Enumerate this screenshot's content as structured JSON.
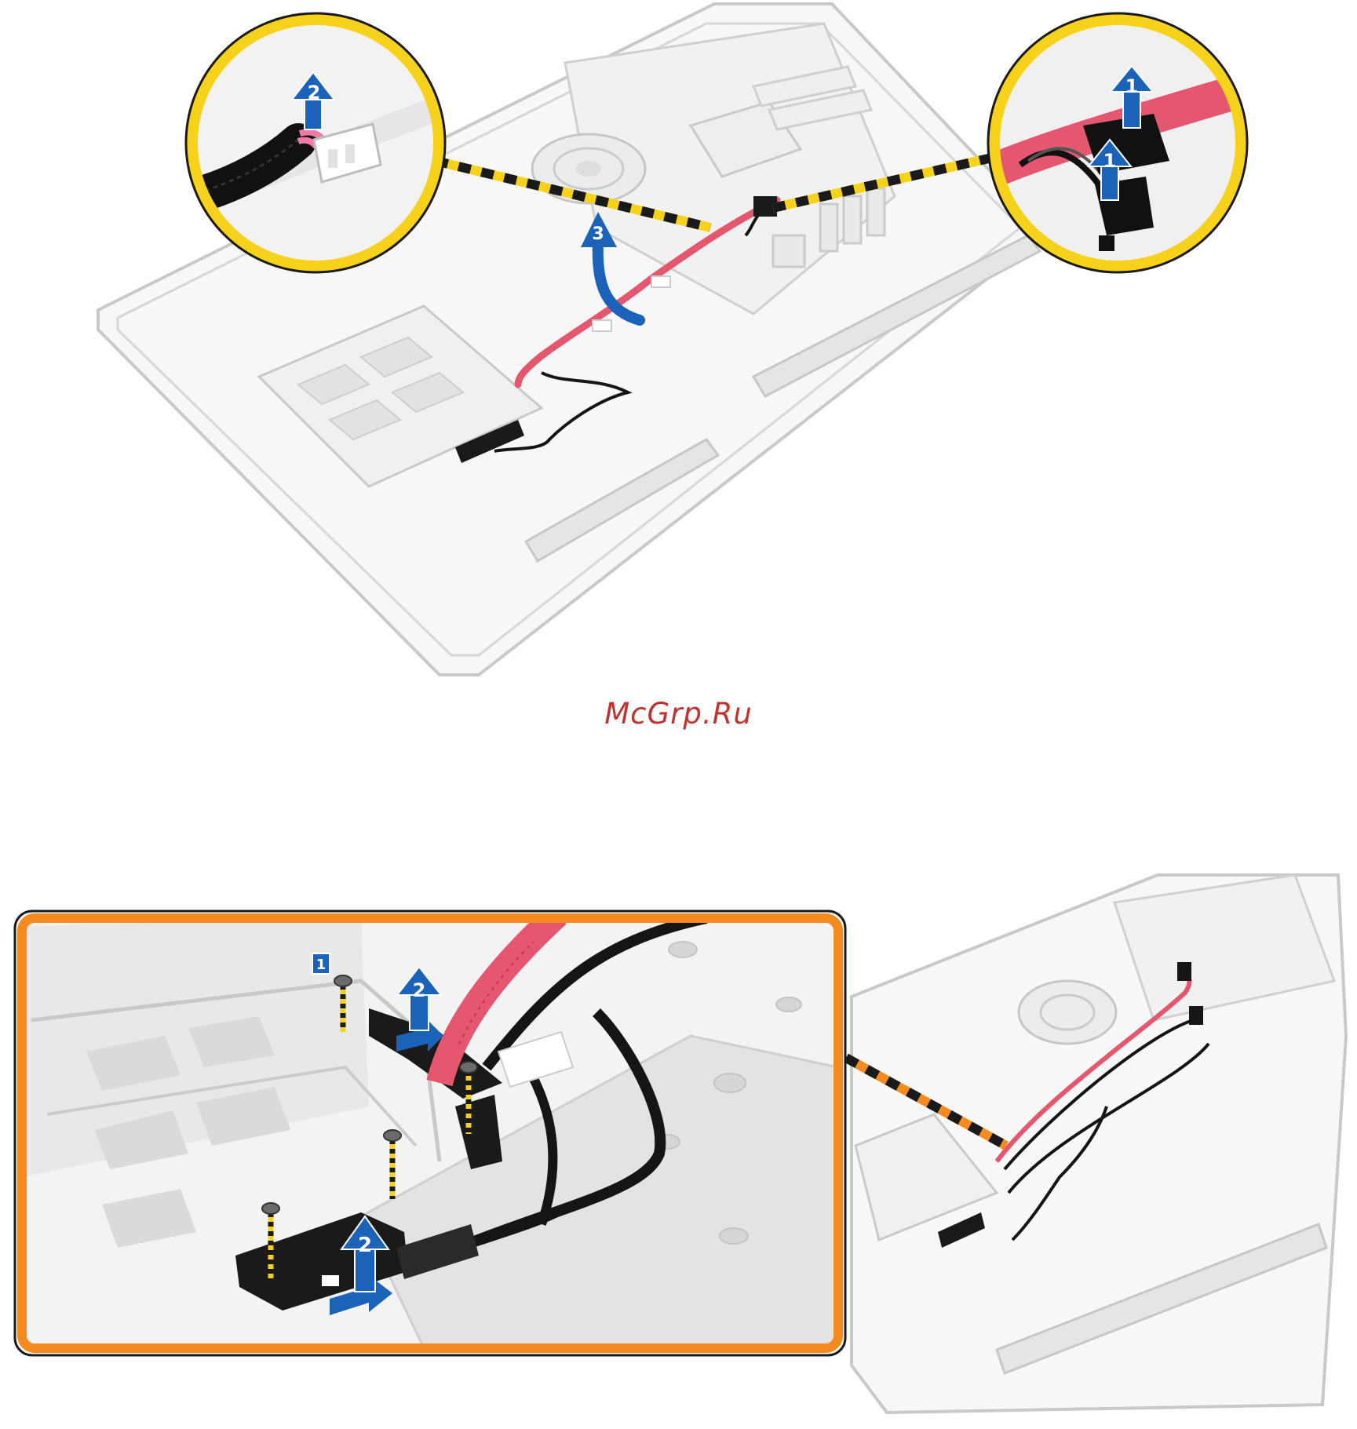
{
  "colors": {
    "chassis_fill": "#f7f7f7",
    "chassis_stroke": "#c9c9c9",
    "callout_yellow": "#f6d21a",
    "callout_orange": "#f58b1f",
    "arrow_blue": "#1a63b8",
    "sata_red": "#e4576f",
    "cable_black": "#151515",
    "watermark_red": "#c0322e"
  },
  "top_figure": {
    "left_callout": {
      "step_label": "2",
      "icon": "arrow-up-icon"
    },
    "right_callout": {
      "step_labels": [
        "1",
        "1"
      ],
      "icon": "arrow-up-icon"
    },
    "main_arrow": {
      "step_label": "3",
      "icon": "curved-arrow-up-icon"
    }
  },
  "watermark": {
    "text": "McGrp.Ru"
  },
  "bottom_figure": {
    "screw_step_badge": "1",
    "arrow_labels": [
      "2",
      "2"
    ],
    "screw_count": 4,
    "icon": "screw-icon"
  }
}
